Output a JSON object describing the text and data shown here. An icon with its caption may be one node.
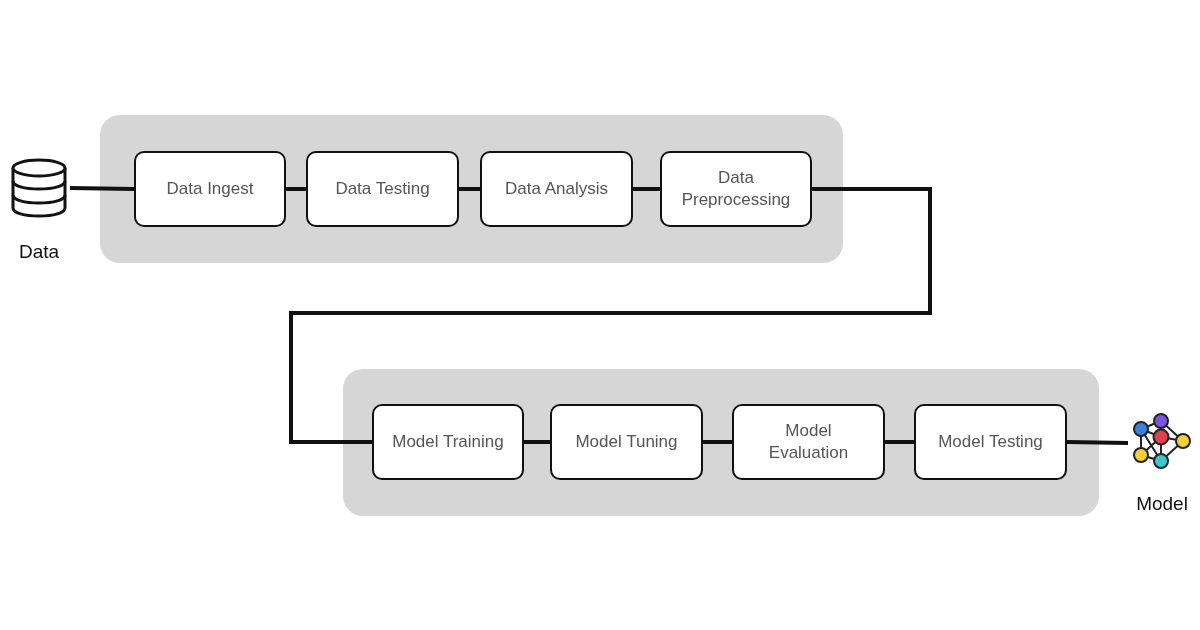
{
  "diagram": {
    "nodes": [
      {
        "text": [
          "Data"
        ]
      },
      {
        "text": [],
        "shape": "box"
      },
      {
        "text": [
          "Data Ingest"
        ],
        "in": 1
      },
      {
        "text": [
          "Data Testing"
        ],
        "in": 1
      },
      {
        "text": [
          "Data Analysis"
        ],
        "in": 1
      },
      {
        "text": [
          "Data Preprocessing"
        ],
        "in": 1
      },
      {
        "text": [],
        "shape": "box"
      },
      {
        "text": [
          "Model Training"
        ],
        "in": 6
      },
      {
        "text": [
          "Model Tuning"
        ],
        "in": 6
      },
      {
        "text": [
          "Model Evaluation"
        ],
        "in": 6
      },
      {
        "text": [
          "Model Testing"
        ],
        "in": 6
      },
      {
        "text": [
          "Model"
        ]
      }
    ],
    "edges": [
      {
        "from": 0,
        "to": 2,
        "arrow": "none"
      },
      {
        "from": 2,
        "to": 3,
        "arrow": "none"
      },
      {
        "from": 3,
        "to": 4,
        "arrow": "none"
      },
      {
        "from": 4,
        "to": 5,
        "arrow": "none"
      },
      {
        "from": 5,
        "to": 7,
        "arrow": "none"
      },
      {
        "from": 7,
        "to": 8,
        "arrow": "none"
      },
      {
        "from": 8,
        "to": 9,
        "arrow": "none"
      },
      {
        "from": 9,
        "to": 10,
        "arrow": "none"
      },
      {
        "from": 10,
        "to": 11,
        "arrow": "none"
      }
    ]
  }
}
